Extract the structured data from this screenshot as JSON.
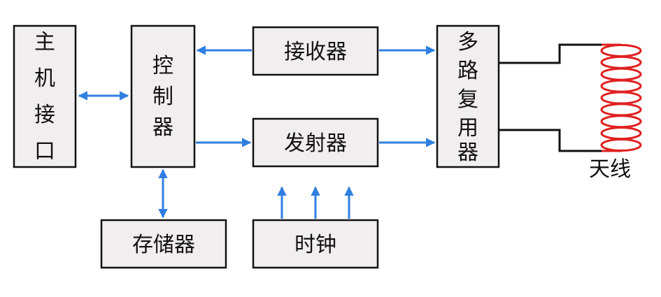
{
  "blocks": {
    "host_interface": "主机接口",
    "controller": "控制器",
    "receiver": "接收器",
    "transmitter": "发射器",
    "multiplexer": "多路复用器",
    "memory": "存储器",
    "clock": "时钟"
  },
  "antenna_label": "天线",
  "colors": {
    "arrow": "#2f7fe0",
    "coil": "#e02020",
    "block_fill": "#f0eeee"
  }
}
